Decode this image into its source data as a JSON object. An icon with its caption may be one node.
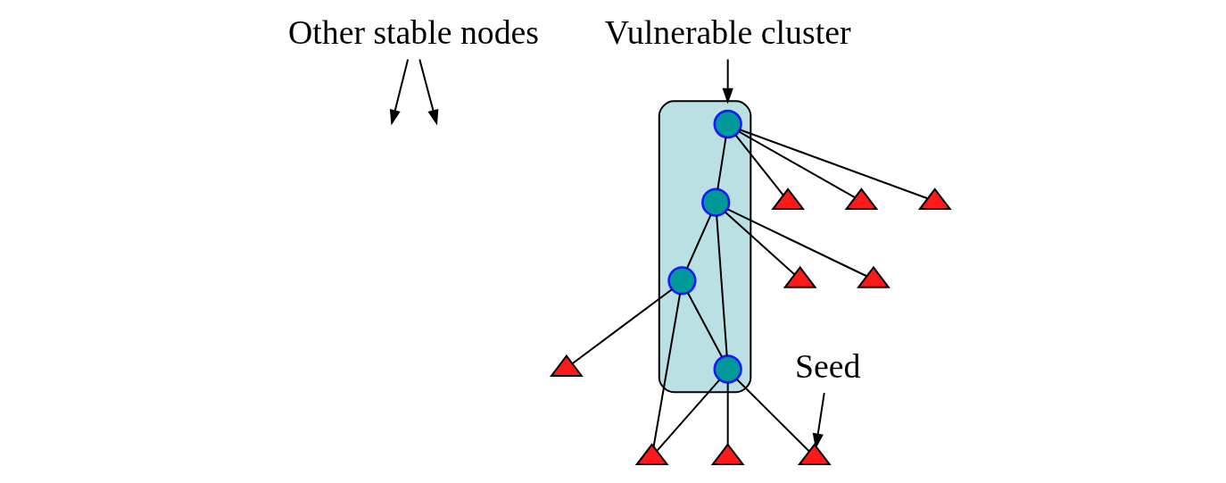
{
  "diagram": {
    "nodes": [
      {
        "text": [
          "Other stable nodes"
        ]
      },
      {
        "text": [
          "Vulnerable cluster"
        ]
      },
      {
        "text": [
          "Seed"
        ]
      },
      {
        "text": [],
        "shape": "ellipse"
      },
      {
        "text": [],
        "shape": "circle",
        "in": 3
      },
      {
        "text": [],
        "shape": "circle",
        "in": 3
      },
      {
        "text": [],
        "shape": "circle",
        "in": 3
      },
      {
        "text": [],
        "shape": "circle",
        "in": 3
      },
      {
        "text": [],
        "shape": "triangle"
      },
      {
        "text": [],
        "shape": "triangle"
      },
      {
        "text": [],
        "shape": "triangle"
      },
      {
        "text": [],
        "shape": "triangle"
      },
      {
        "text": [],
        "shape": "triangle"
      },
      {
        "text": [],
        "shape": "triangle"
      },
      {
        "text": [],
        "shape": "triangle"
      },
      {
        "text": [],
        "shape": "triangle"
      },
      {
        "text": [],
        "shape": "triangle"
      }
    ],
    "edges": [
      {
        "from": 0,
        "to": null,
        "arrow": "to"
      },
      {
        "from": 0,
        "to": null,
        "arrow": "to"
      },
      {
        "from": 1,
        "to": 3,
        "arrow": "to"
      },
      {
        "from": 2,
        "to": 16,
        "arrow": "to"
      },
      {
        "from": 4,
        "to": 8,
        "arrow": "none"
      },
      {
        "from": 4,
        "to": 9,
        "arrow": "none"
      },
      {
        "from": 4,
        "to": 14,
        "arrow": "none"
      },
      {
        "from": 4,
        "to": 5,
        "arrow": "none"
      },
      {
        "from": 5,
        "to": 10,
        "arrow": "none"
      },
      {
        "from": 5,
        "to": 6,
        "arrow": "none"
      },
      {
        "from": 5,
        "to": 7,
        "arrow": "none"
      },
      {
        "from": 5,
        "to": 15,
        "arrow": "none"
      },
      {
        "from": 6,
        "to": 11,
        "arrow": "none"
      },
      {
        "from": 6,
        "to": 12,
        "arrow": "none"
      },
      {
        "from": 6,
        "to": 7,
        "arrow": "none"
      },
      {
        "from": 7,
        "to": 12,
        "arrow": "none"
      },
      {
        "from": 7,
        "to": 13,
        "arrow": "none"
      },
      {
        "from": 7,
        "to": 16,
        "arrow": "none"
      }
    ]
  }
}
